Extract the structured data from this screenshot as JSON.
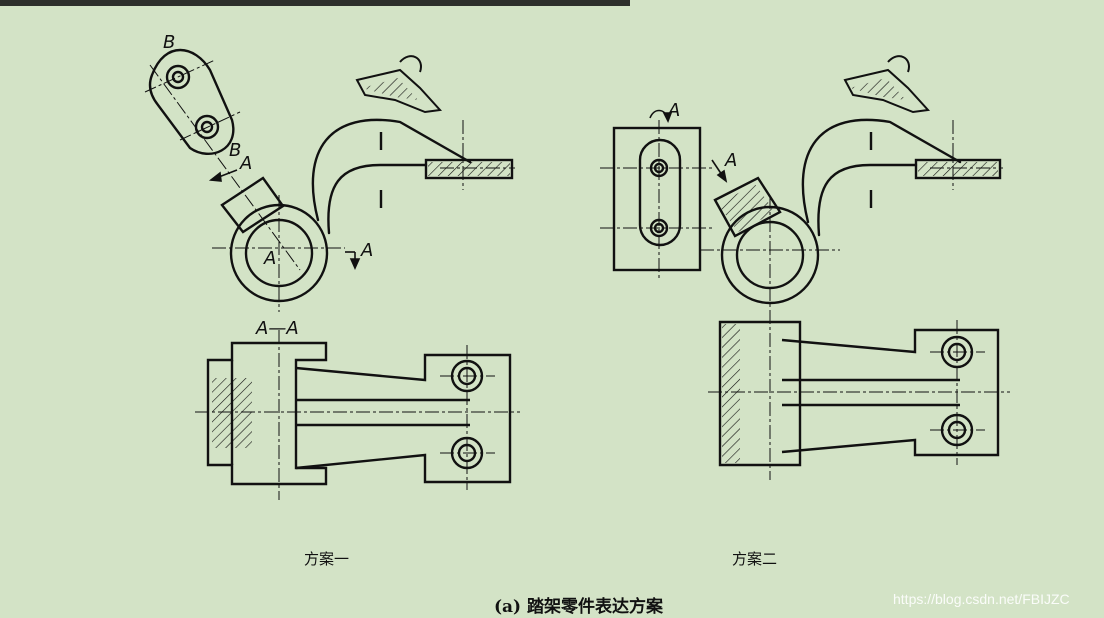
{
  "labels": {
    "section_b": "B",
    "section_b2": "B",
    "section_a_arrow1": "A",
    "section_a_center": "A",
    "section_a_arrow2": "A",
    "section_a_title": "A—A",
    "plan2_a_top": "A",
    "plan2_a_side": "A"
  },
  "captions": {
    "scheme1": "方案一",
    "scheme2": "方案二",
    "figure": "(a) 踏架零件表达方案"
  },
  "watermark": "https://blog.csdn.net/FBIJZC",
  "colors": {
    "background": "#d3e3c6",
    "line": "#111111"
  }
}
